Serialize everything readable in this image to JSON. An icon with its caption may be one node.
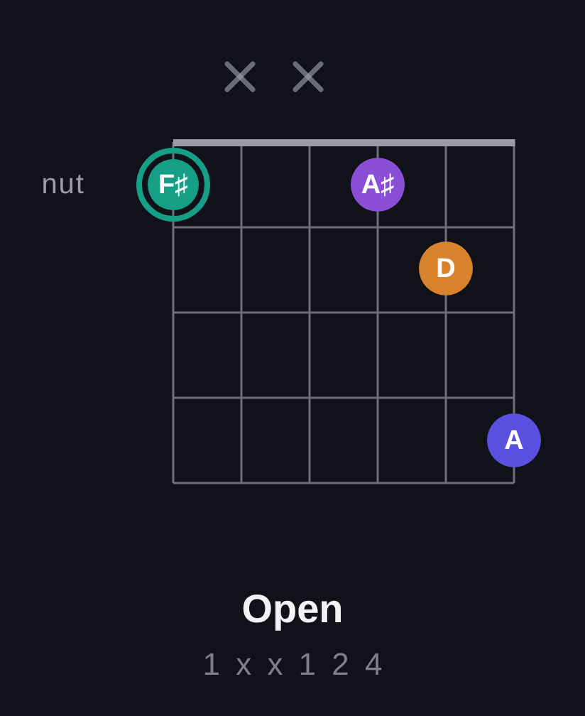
{
  "diagram": {
    "title": "Open",
    "caption": "1 x x 1 2 4",
    "nodes": [
      {
        "text": [
          "F♯"
        ]
      },
      {
        "text": [
          "A♯"
        ]
      },
      {
        "text": [
          "D"
        ]
      },
      {
        "text": [
          "A"
        ]
      }
    ],
    "labels": [
      "nut"
    ]
  }
}
